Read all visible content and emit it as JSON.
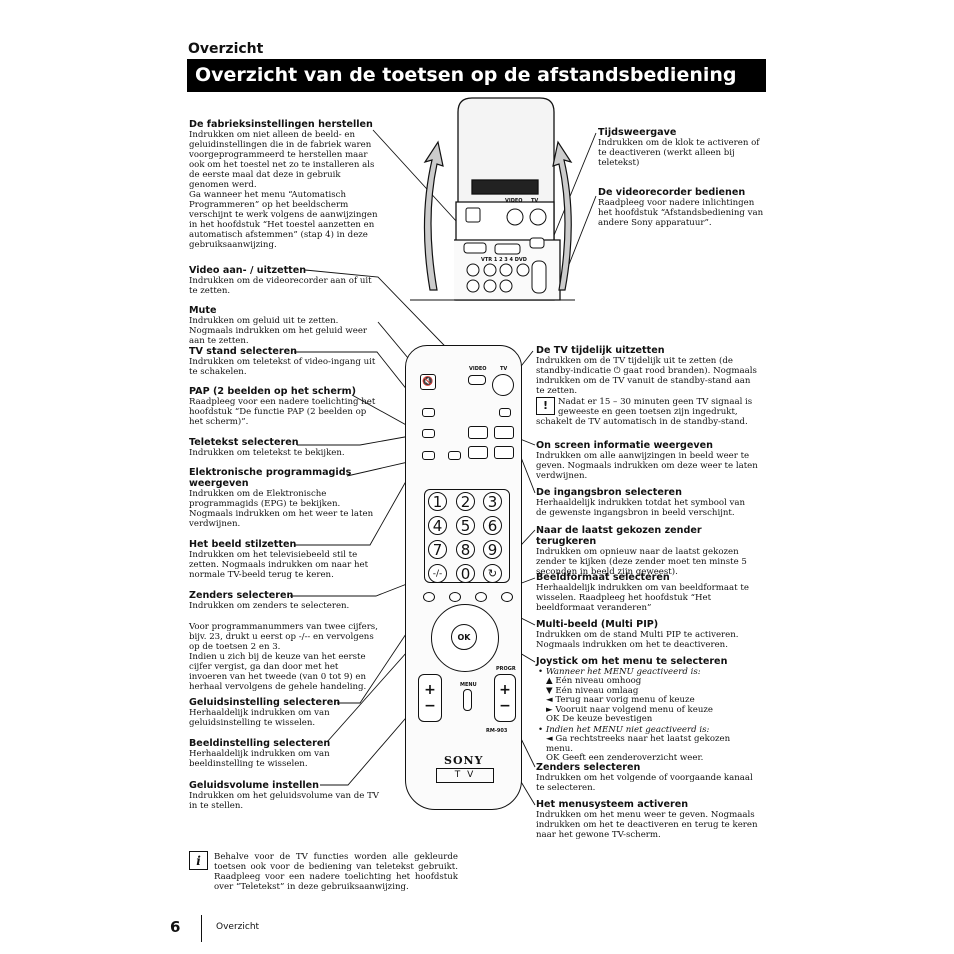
{
  "section_header": "Overzicht",
  "page_title": "Overzicht van de toetsen op de afstandsbediening",
  "left": [
    {
      "h": "De fabrieksinstellingen herstellen",
      "t": "Indrukken om niet alleen de beeld- en geluidinstellingen die in de fabriek waren voorgeprogrammeerd te herstellen maar ook om het toestel net zo te installeren als de eerste maal dat deze in gebruik genomen werd.\nGa wanneer het menu “Automatisch Programmeren” op het beeldscherm verschijnt te werk volgens de aanwijzingen in het hoofdstuk “Het toestel aanzetten en automatisch afstemmen” (stap 4) in deze gebruiksaanwijzing."
    },
    {
      "h": "Video aan- / uitzetten",
      "t": "Indrukken om de videorecorder aan of uit te zetten."
    },
    {
      "h": "Mute",
      "t": "Indrukken om geluid uit te zetten. Nogmaals indrukken om het geluid weer aan te zetten."
    },
    {
      "h": "TV stand selecteren",
      "t": "Indrukken om teletekst of video-ingang uit te schakelen."
    },
    {
      "h": "PAP (2 beelden op het scherm)",
      "t": "Raadpleeg voor een nadere toelichting het hoofdstuk “De functie PAP (2 beelden op het scherm)”."
    },
    {
      "h": "Teletekst selecteren",
      "t": "Indrukken om teletekst te bekijken."
    },
    {
      "h": "Elektronische programmagids weergeven",
      "t": "Indrukken om de Elektronische programmagids (EPG) te bekijken. Nogmaals indrukken om het weer te laten verdwijnen."
    },
    {
      "h": "Het beeld stilzetten",
      "t": "Indrukken om het televisiebeeld stil te zetten. Nogmaals indrukken om naar het normale TV-beeld terug te keren."
    },
    {
      "h": "Zenders selecteren",
      "t": "Indrukken om zenders te selecteren."
    },
    {
      "h": "",
      "t": "Voor programmanummers van twee cijfers, bijv. 23, drukt u eerst op -/-- en vervolgens op de toetsen 2 en 3.\nIndien u zich bij de keuze van het eerste cijfer vergist, ga dan door met het invoeren van het tweede (van 0 tot 9) en herhaal vervolgens de gehele handeling."
    },
    {
      "h": "Geluidsinstelling selecteren",
      "t": "Herhaaldelijk indrukken om van geluidsinstelling te wisselen."
    },
    {
      "h": "Beeldinstelling selecteren",
      "t": "Herhaaldelijk indrukken om van beeldinstelling te wisselen."
    },
    {
      "h": "Geluidsvolume instellen",
      "t": "Indrukken om het geluidsvolume van de TV in te stellen."
    }
  ],
  "right_top": [
    {
      "h": "Tijdsweergave",
      "t": "Indrukken om de klok te activeren of te deactiveren (werkt alleen bij teletekst)"
    },
    {
      "h": "De videorecorder bedienen",
      "t": "Raadpleeg voor nadere inlichtingen het hoofdstuk “Afstandsbediening van andere Sony apparatuur”."
    }
  ],
  "right": [
    {
      "h": "De TV tijdelijk uitzetten",
      "t": "Indrukken om de TV tijdelijk uit te zetten (de standby-indicatie ⏻ gaat rood branden). Nogmaals indrukken om de TV vanuit de standby-stand aan te zetten."
    },
    {
      "h": "",
      "t": "Nadat er 15 – 30 minuten geen TV signaal is geweeste en geen toetsen zijn ingedrukt, schakelt de TV automatisch in de standby-stand."
    },
    {
      "h": "On screen informatie weergeven",
      "t": "Indrukken om alle aanwijzingen in beeld weer te geven. Nogmaals indrukken om deze weer te laten verdwijnen."
    },
    {
      "h": "De ingangsbron selecteren",
      "t": "Herhaaldelijk indrukken totdat het symbool van de gewenste ingangsbron in beeld verschijnt."
    },
    {
      "h": "Naar de laatst gekozen zender terugkeren",
      "t": "Indrukken om opnieuw naar de laatst gekozen zender te kijken (deze zender moet ten minste 5 seconden in beeld zijn geweest)."
    },
    {
      "h": "Beeldformaat selecteren",
      "t": "Herhaaldelijk indrukken om van beeldformaat te wisselen. Raadpleeg het hoofdstuk “Het beeldformaat veranderen”"
    },
    {
      "h": "Multi-beeld (Multi PIP)",
      "t": "Indrukken om de stand Multi PIP te activeren. Nogmaals indrukken om het te deactiveren."
    },
    {
      "h": "Joystick om het menu te selecteren",
      "t": ""
    },
    {
      "h": "Zenders selecteren",
      "t": "Indrukken om het volgende of voorgaande kanaal te selecteren."
    },
    {
      "h": "Het menusysteem activeren",
      "t": "Indrukken om het menu weer te geven. Nogmaals indrukken om het te deactiveren en terug te keren naar het gewone TV-scherm."
    }
  ],
  "joystick": {
    "when_active": "Wanneer het MENU geactiveerd is:",
    "items": [
      "▲  Eén niveau omhoog",
      "▼  Eén niveau omlaag",
      "◄  Terug naar vorig menu of keuze",
      "►  Vooruit naar volgend menu of keuze",
      "OK De keuze bevestigen"
    ],
    "when_inactive": "Indien het MENU niet geactiveerd is:",
    "items2": [
      "◄  Ga rechtstreeks naar het laatst gekozen menu.",
      "OK  Geeft een zenderoverzicht weer."
    ]
  },
  "note": "Behalve voor de TV functies worden alle gekleurde toetsen ook voor de bediening van teletekst gebruikt. Raadpleeg voor een nadere toelichting het hoofdstuk over “Teletekst” in deze gebruiksaanwijzing.",
  "remote": {
    "video": "VIDEO",
    "tv": "TV",
    "ok": "OK",
    "menu": "MENU",
    "progr": "PROGR",
    "brand": "SONY",
    "model": "T V",
    "rm": "RM-903",
    "digits": [
      "1",
      "2",
      "3",
      "4",
      "5",
      "6",
      "7",
      "8",
      "9",
      "0"
    ],
    "vtr": "VTR 1 2 3 4 DVD"
  },
  "footer": {
    "page": "6",
    "label": "Overzicht"
  }
}
